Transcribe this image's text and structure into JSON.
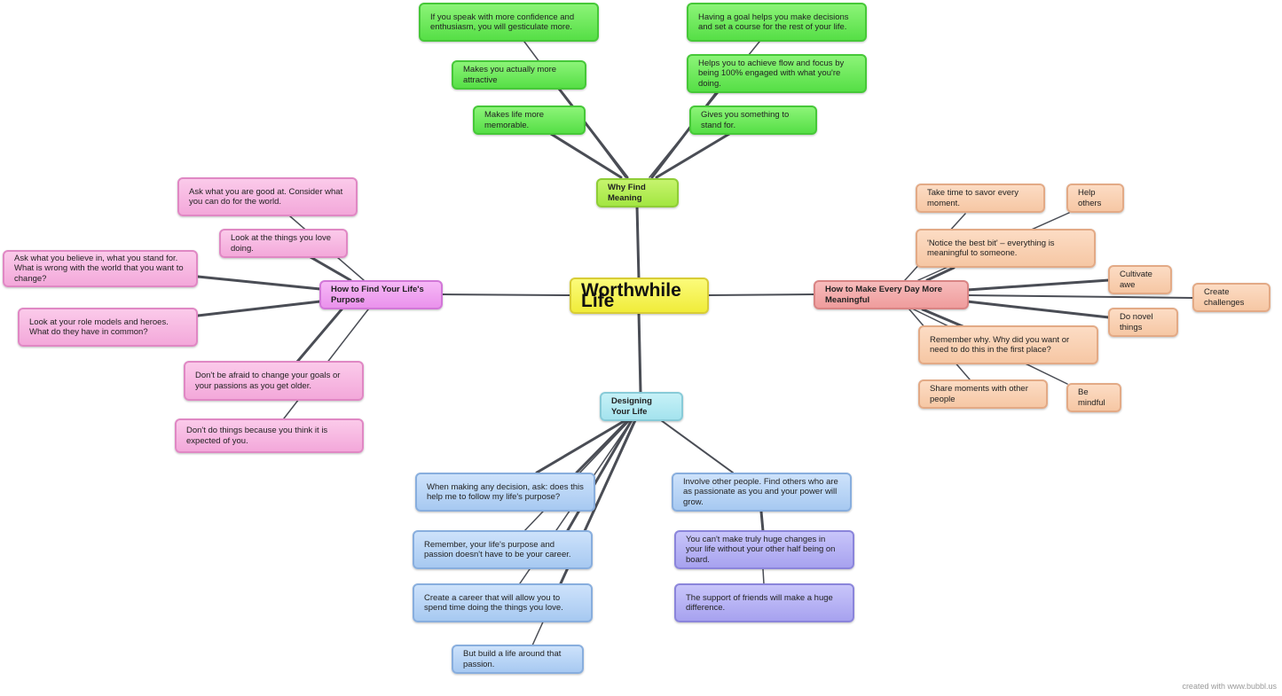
{
  "center": {
    "label": "Worthwhile Life"
  },
  "why": {
    "label": "Why Find Meaning",
    "items": [
      "If you speak with more confidence and enthusiasm, you will gesticulate more.",
      "Makes you actually more attractive",
      "Makes life more memorable.",
      "Having a goal helps you make decisions and set a course for the rest of your life.",
      "Helps you to achieve flow and focus by being 100% engaged with what you're doing.",
      "Gives you something to stand for."
    ]
  },
  "purpose": {
    "label": "How to Find Your Life's Purpose",
    "items": [
      "Ask what you are good at. Consider what you can do for the world.",
      "Look at the things you love doing.",
      "Ask what you believe in, what you stand for. What is wrong with the world that you want to change?",
      "Look at your role models and heroes. What do they have in common?",
      "Don't be afraid to change your goals or your passions as you get older.",
      "Don't do things because you think it is expected of you."
    ]
  },
  "everyday": {
    "label": "How to Make Every Day More Meaningful",
    "items": [
      "Take time to savor every moment.",
      "Help others",
      "'Notice the best bit' – everything is meaningful to someone.",
      "Cultivate awe",
      "Create challenges",
      "Do novel things",
      "Remember why. Why did you want or need to do this in the first place?",
      "Share moments with other people",
      "Be mindful"
    ]
  },
  "designing": {
    "label": "Designing Your Life",
    "items": [
      "When making any decision, ask: does this help me to follow my life's purpose?",
      "Remember, your life's purpose and passion doesn't have to be your career.",
      "Create a career that will allow you to spend time doing the things you love.",
      "But build a life around that passion.",
      "Involve other people. Find others who are as passionate as you and your power will grow.",
      "You can't make truly huge changes in your life without your other half being on board.",
      "The support of friends will make a huge difference."
    ]
  },
  "footer": "created with www.bubbl.us"
}
